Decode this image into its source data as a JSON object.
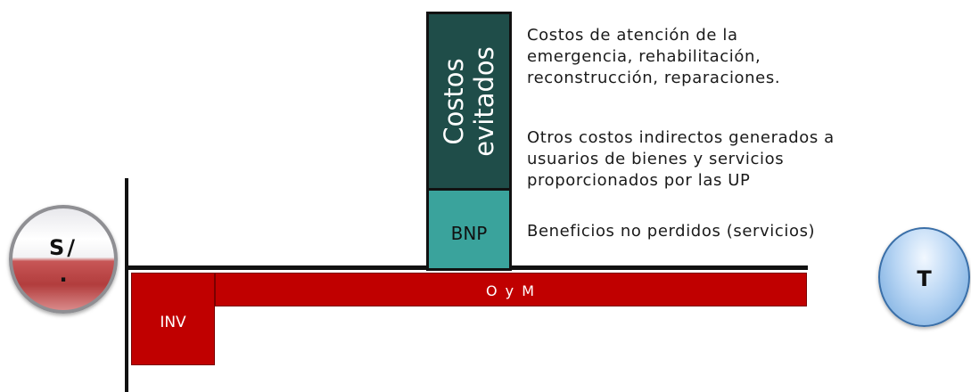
{
  "diagram": {
    "start_symbol": {
      "line1": "S/",
      "line2": "."
    },
    "end_symbol": "T",
    "bars": {
      "inv": "INV",
      "oym": "O y M",
      "costos_evitados": {
        "line1": "Costos",
        "line2": "evitados"
      },
      "bnp": "BNP"
    },
    "notes": {
      "costos_atencion": [
        "Costos de atención de la",
        "emergencia, rehabilitación,",
        "reconstrucción, reparaciones."
      ],
      "otros_costos": [
        "Otros costos indirectos generados a",
        "usuarios de bienes y servicios",
        "proporcionados por las UP"
      ],
      "beneficios": "Beneficios no perdidos (servicios)"
    },
    "colors": {
      "investment_red": "#c00000",
      "costos_dark_teal": "#1f4d49",
      "bnp_teal": "#3aa39c",
      "axis": "#111111",
      "t_circle_blue": "#6fa6dc"
    }
  }
}
